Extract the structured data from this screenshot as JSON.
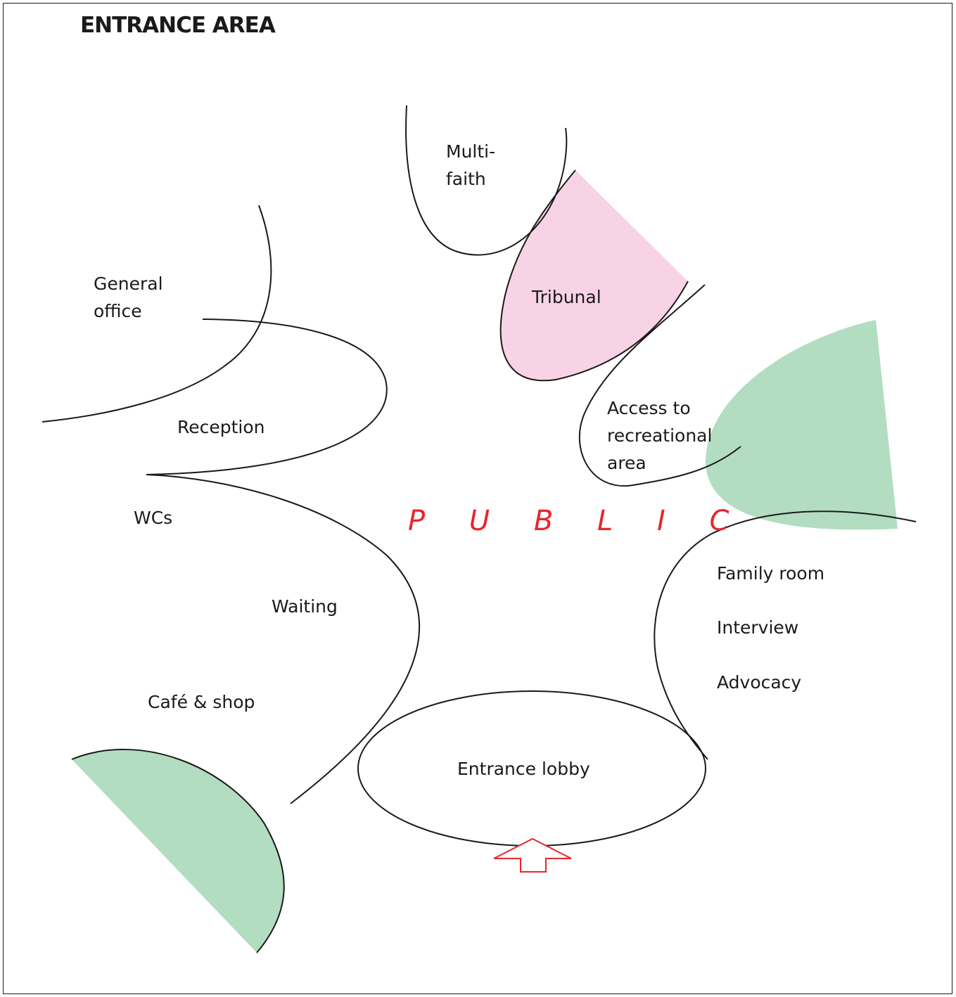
{
  "title": "ENTRANCE AREA",
  "center_label": "P U B L I C",
  "colors": {
    "outline": "#1a1a1a",
    "tribunal_fill": "#f8d3e6",
    "green_fill": "#b3ddc1",
    "accent_red": "#e8262b"
  },
  "zones": {
    "multi_faith": [
      "Multi-",
      "faith"
    ],
    "tribunal": "Tribunal",
    "general_office": [
      "General",
      "office"
    ],
    "reception": "Reception",
    "access_recreational": [
      "Access to",
      "recreational",
      "area"
    ],
    "wcs": "WCs",
    "waiting": "Waiting",
    "family_room": "Family room",
    "interview": "Interview",
    "advocacy": "Advocacy",
    "cafe_shop": "Café & shop",
    "entrance_lobby": "Entrance lobby"
  },
  "icons": {
    "entrance_arrow": "entrance-arrow-icon"
  }
}
